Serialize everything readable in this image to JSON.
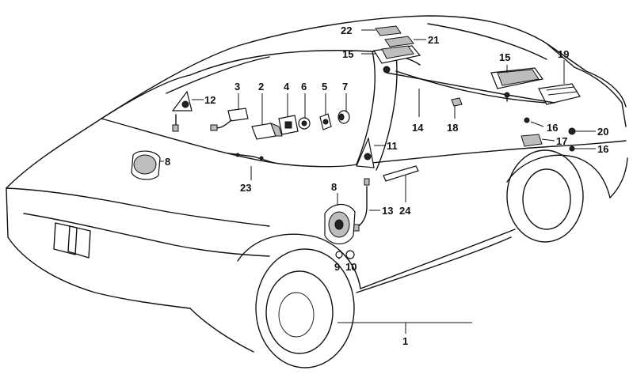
{
  "diagram": {
    "callouts": [
      {
        "id": "c22",
        "text": "22"
      },
      {
        "id": "c21",
        "text": "21"
      },
      {
        "id": "c15a",
        "text": "15"
      },
      {
        "id": "c15b",
        "text": "15"
      },
      {
        "id": "c19",
        "text": "19"
      },
      {
        "id": "c12",
        "text": "12"
      },
      {
        "id": "c3",
        "text": "3"
      },
      {
        "id": "c2",
        "text": "2"
      },
      {
        "id": "c4",
        "text": "4"
      },
      {
        "id": "c6",
        "text": "6"
      },
      {
        "id": "c5",
        "text": "5"
      },
      {
        "id": "c7",
        "text": "7"
      },
      {
        "id": "c14",
        "text": "14"
      },
      {
        "id": "c18",
        "text": "18"
      },
      {
        "id": "c16a",
        "text": "16"
      },
      {
        "id": "c20",
        "text": "20"
      },
      {
        "id": "c17",
        "text": "17"
      },
      {
        "id": "c16b",
        "text": "16"
      },
      {
        "id": "c11",
        "text": "11"
      },
      {
        "id": "c8a",
        "text": "8"
      },
      {
        "id": "c23",
        "text": "23"
      },
      {
        "id": "c8b",
        "text": "8"
      },
      {
        "id": "c13",
        "text": "13"
      },
      {
        "id": "c24",
        "text": "24"
      },
      {
        "id": "c9",
        "text": "9"
      },
      {
        "id": "c10",
        "text": "10"
      },
      {
        "id": "c1",
        "text": "1"
      }
    ]
  }
}
